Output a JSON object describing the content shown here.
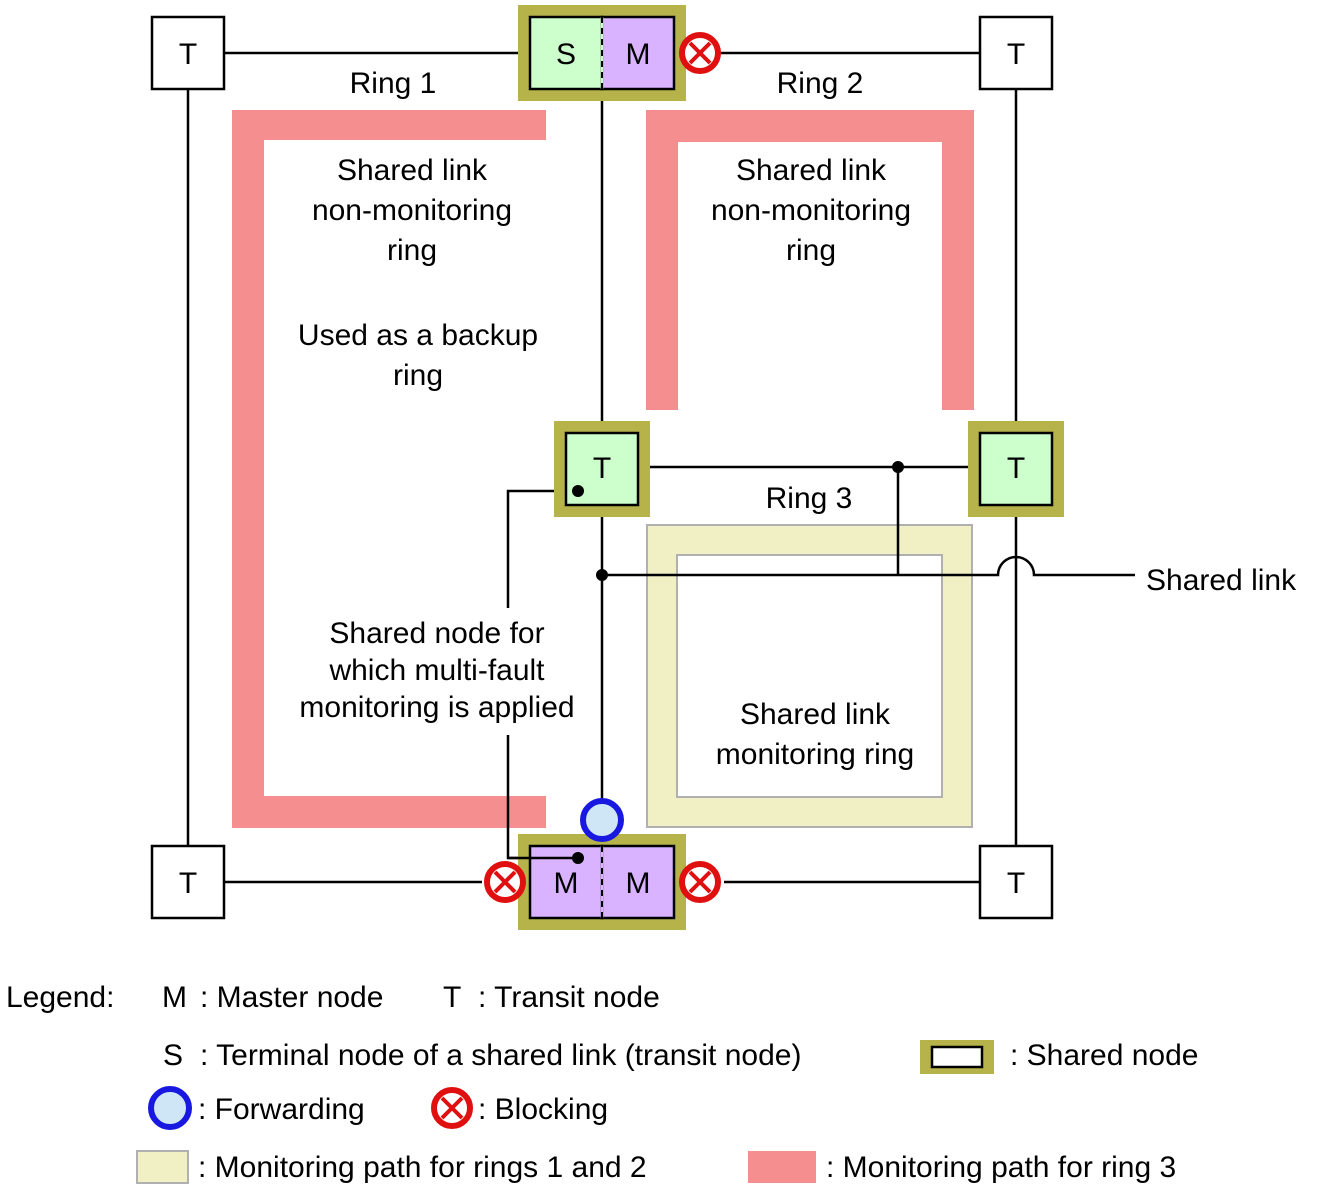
{
  "rings": {
    "ring1": "Ring 1",
    "ring2": "Ring 2",
    "ring3": "Ring 3"
  },
  "annotations": {
    "ring1_desc": [
      "Shared link",
      "non-monitoring",
      "ring"
    ],
    "ring1_backup": [
      "Used as a backup",
      "ring"
    ],
    "ring2_desc": [
      "Shared link",
      "non-monitoring",
      "ring"
    ],
    "ring3_desc": [
      "Shared link",
      "monitoring ring"
    ],
    "shared_node_note": [
      "Shared node for",
      "which multi-fault",
      "monitoring is applied"
    ],
    "shared_link_label": "Shared link"
  },
  "nodes": {
    "top_left": "T",
    "top_right": "T",
    "bottom_left": "T",
    "bottom_right": "T",
    "top_center_left": "S",
    "top_center_right": "M",
    "mid_center": "T",
    "mid_right": "T",
    "bottom_center_left": "M",
    "bottom_center_right": "M"
  },
  "legend": {
    "title": "Legend:",
    "m_symbol": "M",
    "m_text": ": Master node",
    "t_symbol": "T",
    "t_text": ": Transit node",
    "s_symbol": "S",
    "s_text": ": Terminal node of a shared link (transit node)",
    "shared_node_text": ": Shared node",
    "forwarding_text": ": Forwarding",
    "blocking_text": ": Blocking",
    "path12_text": ": Monitoring path for rings 1 and 2",
    "path3_text": ": Monitoring path for ring 3"
  },
  "colors": {
    "shared_node_border": "#b5b34a",
    "green_node": "#ccffcc",
    "purple_node": "#d9b3ff",
    "ring3_path": "#f08f8f",
    "ring12_path": "#f0f0c4",
    "forwarding": "#1818e0",
    "blocking": "#e01010"
  }
}
